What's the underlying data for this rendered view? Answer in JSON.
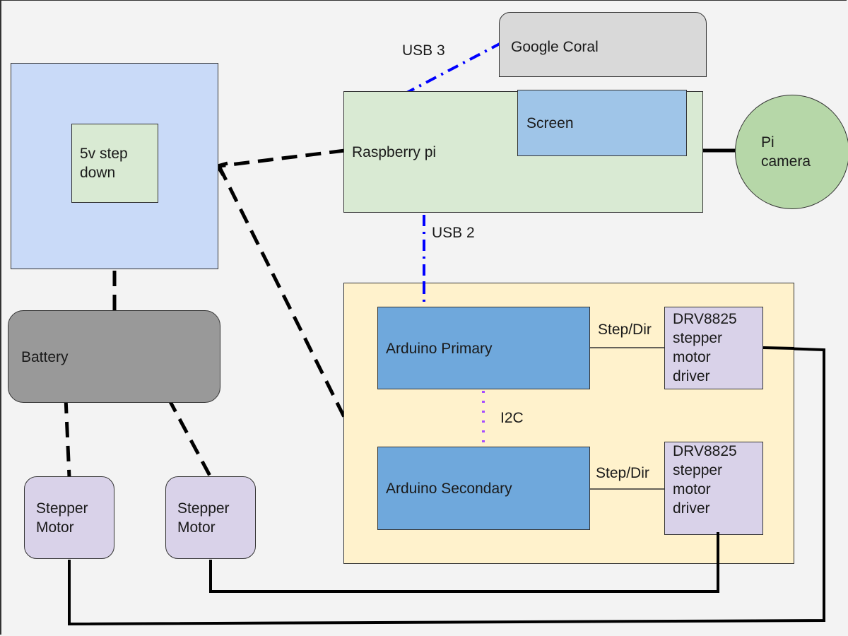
{
  "diagram": {
    "nodes": {
      "power_enclosure": {
        "label": "",
        "color": "#c9daf8"
      },
      "step_down": {
        "label": "5v step\ndown",
        "color": "#d9ead3"
      },
      "battery": {
        "label": "Battery",
        "color": "#999999"
      },
      "stepper_motor_1": {
        "label": "Stepper\nMotor",
        "color": "#d9d2e9"
      },
      "stepper_motor_2": {
        "label": "Stepper\nMotor",
        "color": "#d9d2e9"
      },
      "google_coral": {
        "label": "Google Coral",
        "color": "#d9d9d9"
      },
      "raspberry_pi": {
        "label": "Raspberry pi",
        "color": "#d9ead3"
      },
      "screen": {
        "label": "Screen",
        "color": "#9fc5e8"
      },
      "pi_camera": {
        "label": "Pi\ncamera",
        "color": "#b6d7a8"
      },
      "controller_enclosure": {
        "label": "",
        "color": "#fff2cc"
      },
      "arduino_primary": {
        "label": "Arduino Primary",
        "color": "#6fa8dc"
      },
      "arduino_secondary": {
        "label": "Arduino Secondary",
        "color": "#6fa8dc"
      },
      "driver_1": {
        "label": "DRV8825\nstepper\nmotor\ndriver",
        "color": "#d9d2e9"
      },
      "driver_2": {
        "label": "DRV8825\nstepper\nmotor\ndriver",
        "color": "#d9d2e9"
      }
    },
    "edges": {
      "usb3": {
        "label": "USB 3",
        "style": "dash-dot",
        "color": "#0000ff"
      },
      "usb2": {
        "label": "USB 2",
        "style": "dash-dot",
        "color": "#0000ff"
      },
      "i2c": {
        "label": "I2C",
        "style": "dotted",
        "color": "#a64dff"
      },
      "step_dir_1": {
        "label": "Step/Dir",
        "style": "solid-thin",
        "color": "#333333"
      },
      "step_dir_2": {
        "label": "Step/Dir",
        "style": "solid-thin",
        "color": "#333333"
      },
      "power_links": {
        "style": "dashed",
        "color": "#000000"
      },
      "motor_links": {
        "style": "solid-thick",
        "color": "#000000"
      }
    }
  }
}
